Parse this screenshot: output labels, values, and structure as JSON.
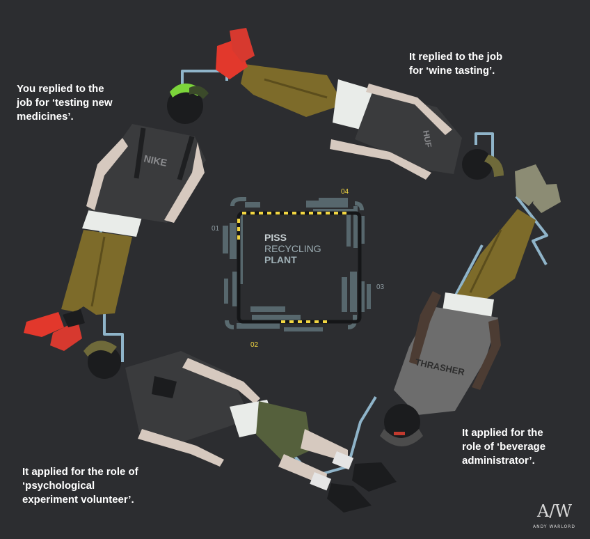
{
  "captions": {
    "top_left": "You replied to the\njob for ‘testing new\nmedicines’.",
    "top_right": "It replied to the job\nfor ‘wine tasting’.",
    "bottom_right": "It applied for the\nrole of ‘beverage\nadministrator’.",
    "bottom_left": "It applied for the role of\n‘psychological\nexperiment volunteer’."
  },
  "plant": {
    "line1": "PISS",
    "line2": "RECYCLING",
    "line3": "PLANT",
    "stations": [
      "01",
      "02",
      "03",
      "04"
    ]
  },
  "shirt_texts": {
    "nike": "NIKE",
    "huf": "HUF",
    "thrasher": "THRASHER"
  },
  "signature": {
    "initials": "A/W",
    "name": "ANDY WARLORD"
  },
  "colors": {
    "background": "#2c2d30",
    "tube": "#8fb4c9",
    "pants_olive": "#7d6b2a",
    "hoodie_gray": "#6d6d6d",
    "plant_panels": "#5f7278",
    "dash_yellow": "#f2d641",
    "hair_green": "#7cd53b"
  }
}
